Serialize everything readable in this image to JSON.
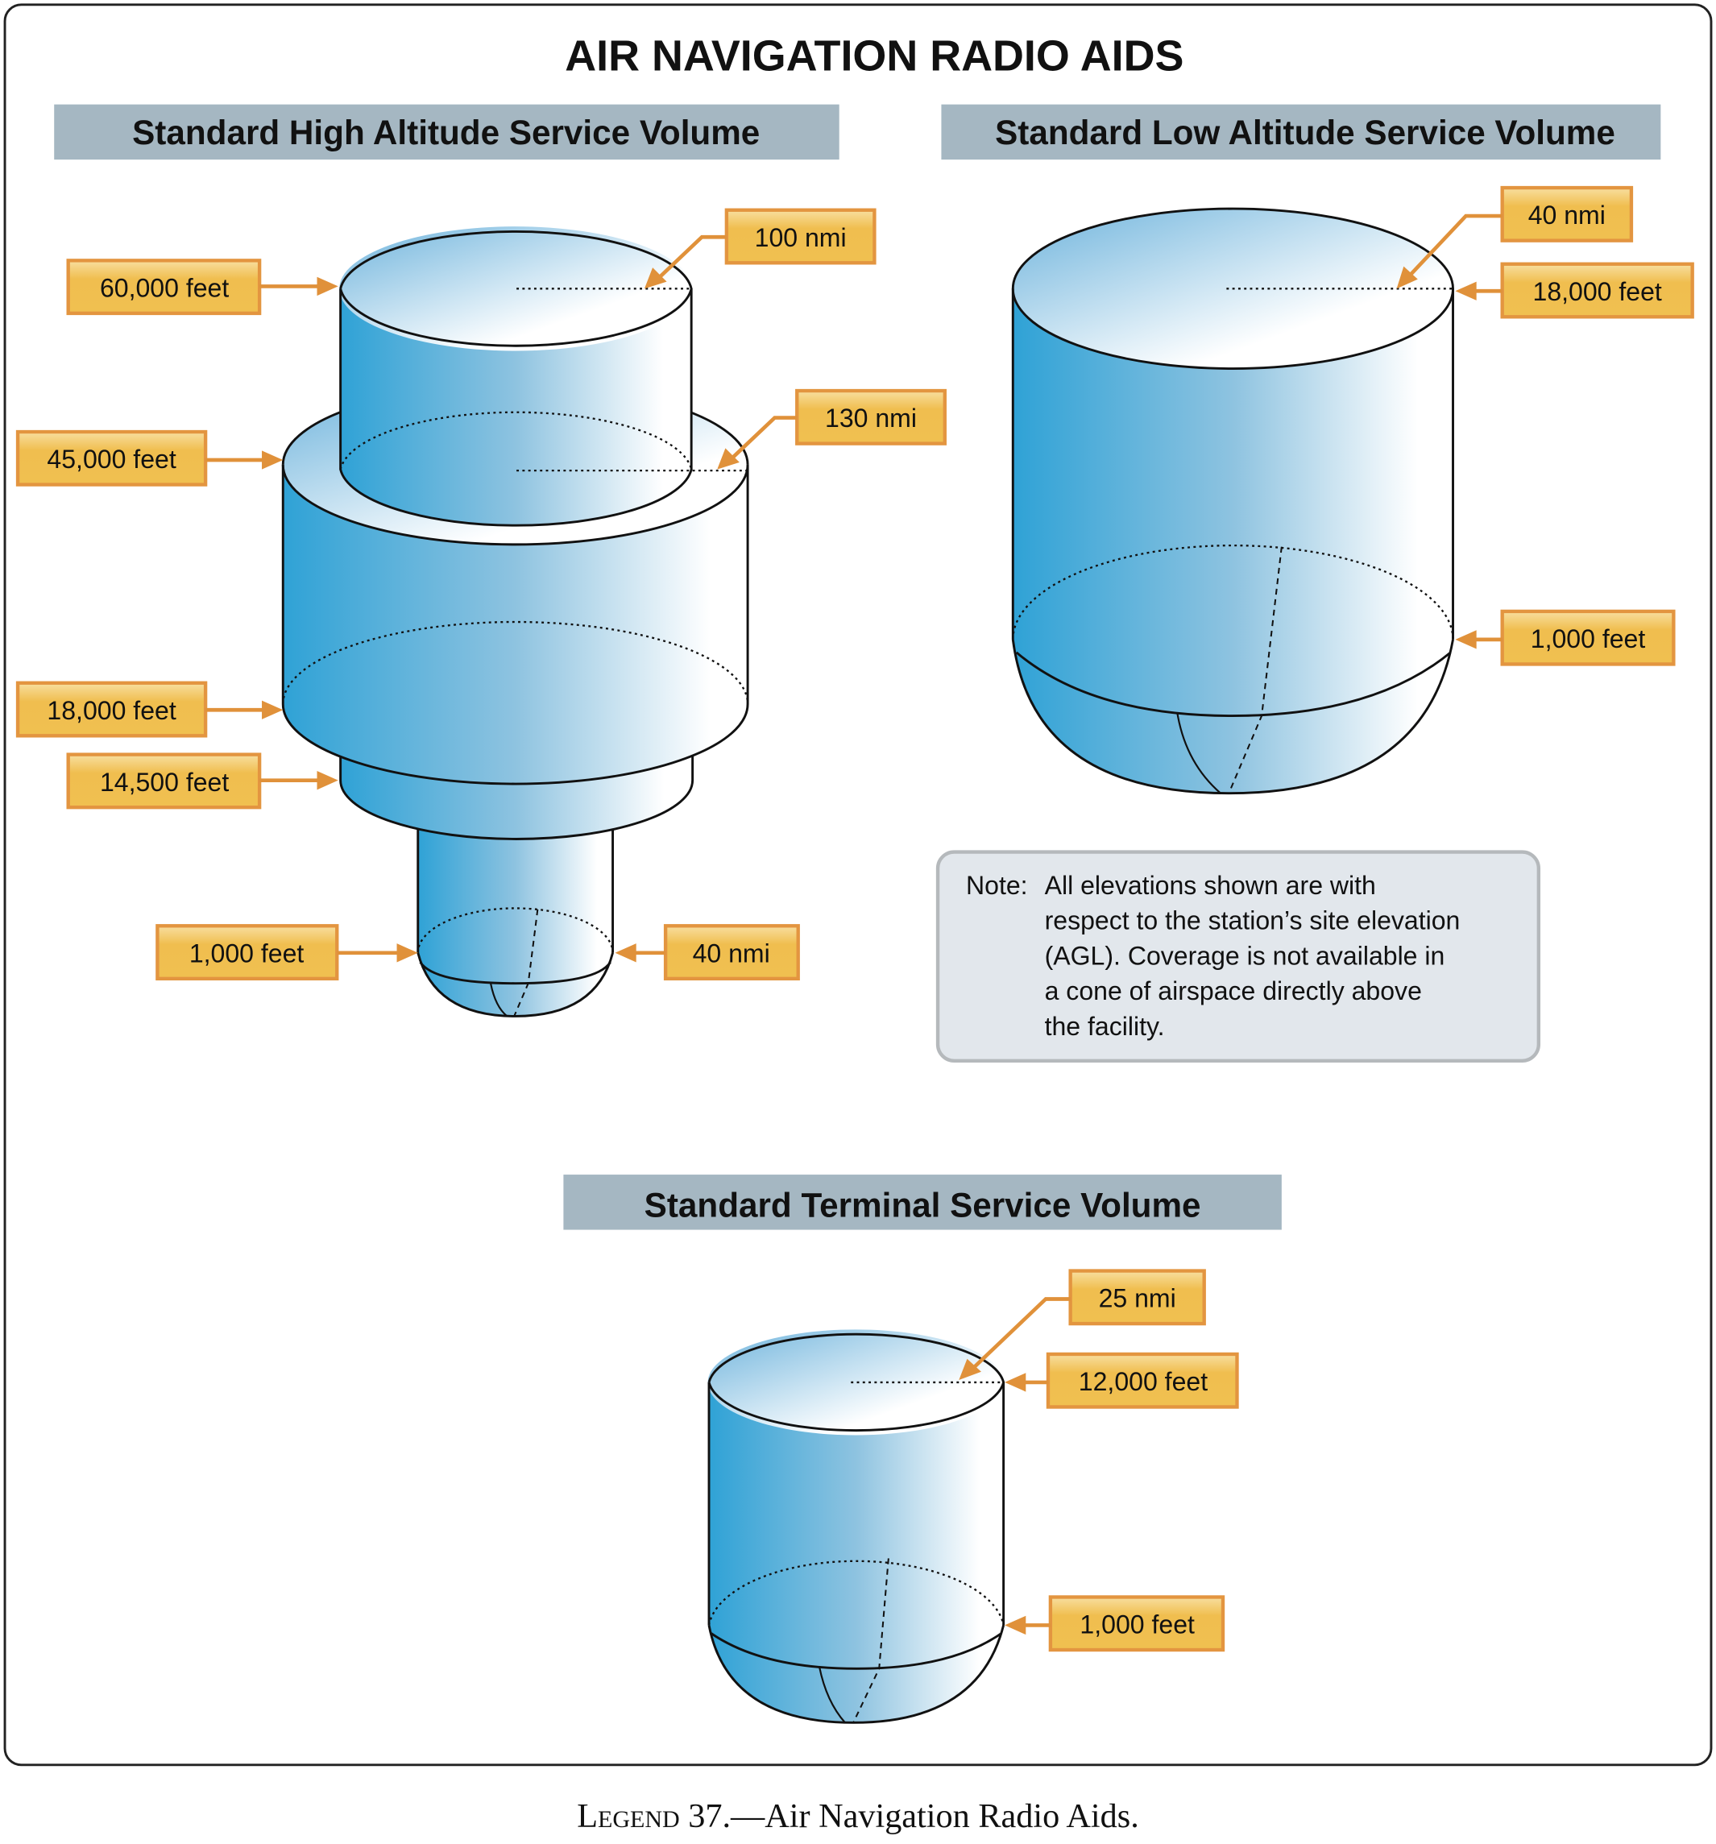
{
  "title": "AIR NAVIGATION RADIO AIDS",
  "caption": {
    "prefix": "Legend",
    "text": " 37.—Air Navigation Radio Aids."
  },
  "colors": {
    "section_bar": "#a5b7c2",
    "label_fill": "#f0be4f",
    "label_border": "#e39540",
    "volume_dark": "#2fa2d6",
    "volume_light": "#ffffff",
    "note_fill": "#e2e7ec",
    "note_border": "#b5b9bc"
  },
  "high": {
    "heading": "Standard High Altitude Service Volume",
    "labels": {
      "ft60000": "60,000 feet",
      "nmi100": "100 nmi",
      "ft45000": "45,000 feet",
      "nmi130": "130 nmi",
      "ft18000": "18,000 feet",
      "ft14500": "14,500 feet",
      "ft1000": "1,000 feet",
      "nmi40": "40 nmi"
    }
  },
  "low": {
    "heading": "Standard Low Altitude Service Volume",
    "labels": {
      "nmi40": "40 nmi",
      "ft18000": "18,000 feet",
      "ft1000": "1,000 feet"
    }
  },
  "terminal": {
    "heading": "Standard Terminal Service Volume",
    "labels": {
      "nmi25": "25 nmi",
      "ft12000": "12,000 feet",
      "ft1000": "1,000 feet"
    }
  },
  "note": {
    "prefix": "Note:",
    "lines": [
      "All elevations shown are with",
      "respect to the station’s site elevation",
      "(AGL). Coverage is not available in",
      "a cone of airspace directly above",
      "the facility."
    ]
  }
}
